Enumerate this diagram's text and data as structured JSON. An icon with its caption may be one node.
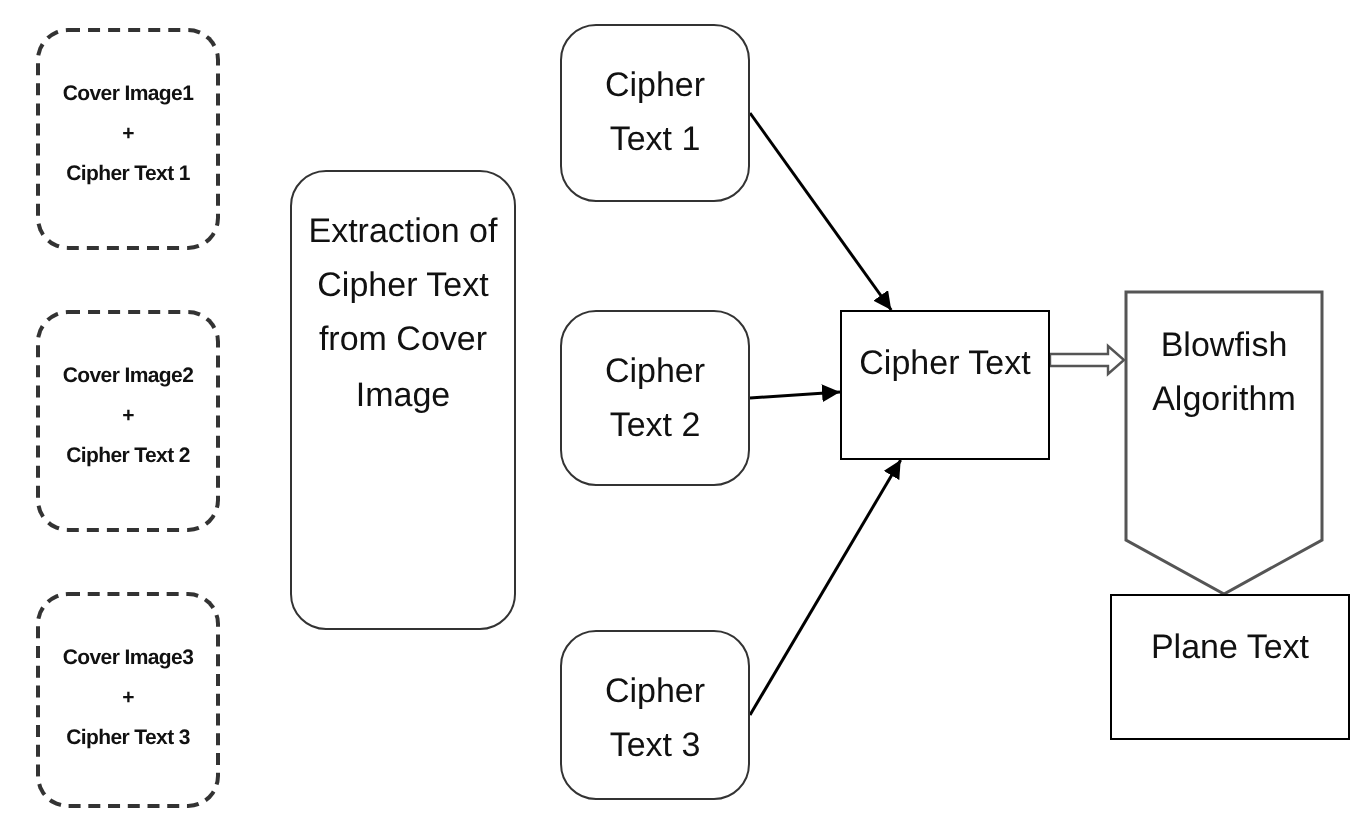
{
  "diagram": {
    "nodes": [
      {
        "text": [
          "Cover Image1",
          "+",
          "Cipher Text 1"
        ]
      },
      {
        "text": [
          "Cover Image2",
          "+",
          "Cipher Text 2"
        ]
      },
      {
        "text": [
          "Cover Image3",
          "+",
          "Cipher Text 3"
        ]
      },
      {
        "text": [
          "Extraction of Cipher Text from Cover Image"
        ]
      },
      {
        "text": [
          "Cipher Text 1"
        ]
      },
      {
        "text": [
          "Cipher Text 2"
        ]
      },
      {
        "text": [
          "Cipher Text 3"
        ]
      },
      {
        "text": [
          "Cipher Text"
        ]
      },
      {
        "text": [
          "Blowfish Algorithm"
        ]
      },
      {
        "text": [
          "Plane Text"
        ]
      }
    ],
    "edges": [
      {
        "from": 4,
        "to": 7,
        "arrow": "to"
      },
      {
        "from": 5,
        "to": 7,
        "arrow": "to"
      },
      {
        "from": 6,
        "to": 7,
        "arrow": "to"
      },
      {
        "from": 7,
        "to": 8,
        "arrow": "to",
        "style": "thick"
      }
    ]
  }
}
